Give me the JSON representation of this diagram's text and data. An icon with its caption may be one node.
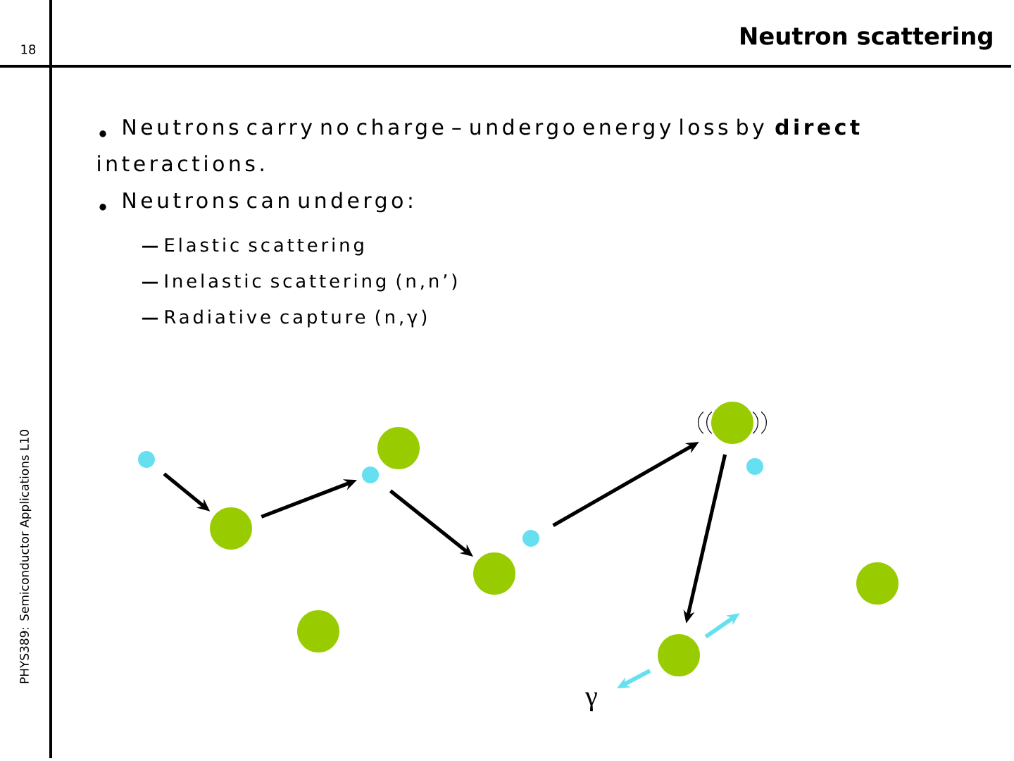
{
  "diagram": {
    "title": "Neutron scattering",
    "nodes": [
      {
        "text": [],
        "shape": "circle"
      },
      {
        "text": [],
        "shape": "circle"
      },
      {
        "text": [],
        "shape": "circle"
      },
      {
        "text": [],
        "shape": "circle"
      },
      {
        "text": [],
        "shape": "circle"
      },
      {
        "text": [],
        "shape": "circle"
      },
      {
        "text": [],
        "shape": "circle"
      },
      {
        "text": [],
        "shape": "circle"
      },
      {
        "text": [],
        "shape": "circle"
      },
      {
        "text": [],
        "shape": "circle"
      },
      {
        "text": [],
        "shape": "circle"
      },
      {
        "text": [
          "γ"
        ]
      }
    ],
    "edges": [
      {
        "from": 0,
        "to": 1,
        "arrow": "to"
      },
      {
        "from": 1,
        "to": 3,
        "arrow": "to"
      },
      {
        "from": 3,
        "to": 5,
        "arrow": "to"
      },
      {
        "from": 6,
        "to": 8,
        "arrow": "to"
      },
      {
        "from": 8,
        "to": 7,
        "arrow": "to"
      },
      {
        "from": 7,
        "to": 11,
        "arrow": "to",
        "color": "#66e0f0"
      },
      {
        "from": 7,
        "to": null,
        "arrow": "to",
        "color": "#66e0f0"
      }
    ],
    "labels": [
      "18",
      "PHYS389: Semiconductor Applications L10",
      "Neutrons carry no charge – undergo energy loss by **direct** interactions.",
      "Neutrons can undergo:",
      "Elastic scattering",
      "Inelastic scattering (n,n’)",
      "Radiative capture (n,γ)"
    ]
  }
}
